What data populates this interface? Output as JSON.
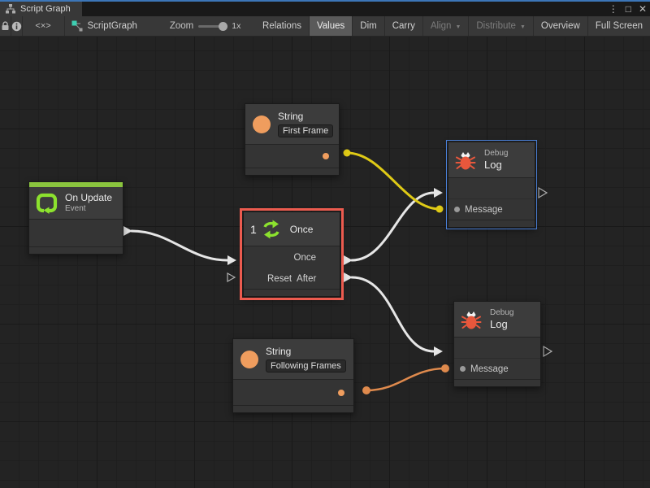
{
  "window": {
    "tab_title": "Script Graph",
    "menu_icon": "⋮",
    "maximize_icon": "□",
    "close_icon": "✕"
  },
  "toolbar": {
    "code_icon": "<×>",
    "graph_name": "ScriptGraph",
    "zoom_label": "Zoom",
    "zoom_value": "1x",
    "dropdown_arrow": "▼",
    "buttons": {
      "relations": "Relations",
      "values": "Values",
      "dim": "Dim",
      "carry": "Carry",
      "align": "Align",
      "distribute": "Distribute",
      "overview": "Overview",
      "fullscreen": "Full Screen"
    }
  },
  "nodes": {
    "string_top": {
      "title": "String",
      "value": "First Frame"
    },
    "debug_top": {
      "title": "Debug",
      "subtitle": "Log",
      "message_label": "Message"
    },
    "on_update": {
      "title": "On Update",
      "subtitle": "Event"
    },
    "once": {
      "icon_number": "1",
      "title": "Once",
      "port_once": "Once",
      "port_reset": "Reset",
      "port_after": "After"
    },
    "string_bottom": {
      "title": "String",
      "value": "Following Frames"
    },
    "debug_bottom": {
      "title": "Debug",
      "subtitle": "Log",
      "message_label": "Message"
    }
  },
  "colors": {
    "focus_blue": "#3c76b8",
    "port_green": "#8ce22e",
    "event_green": "#8ac43e",
    "value_orange": "#ef9d5e",
    "bug_orange": "#e8573c",
    "wire_white": "#e6e6e6",
    "wire_yellow": "#dfca16",
    "wire_orange": "#df8a4d",
    "selection_red": "#ec5b4f",
    "selection_blue": "#4a7fd6"
  }
}
